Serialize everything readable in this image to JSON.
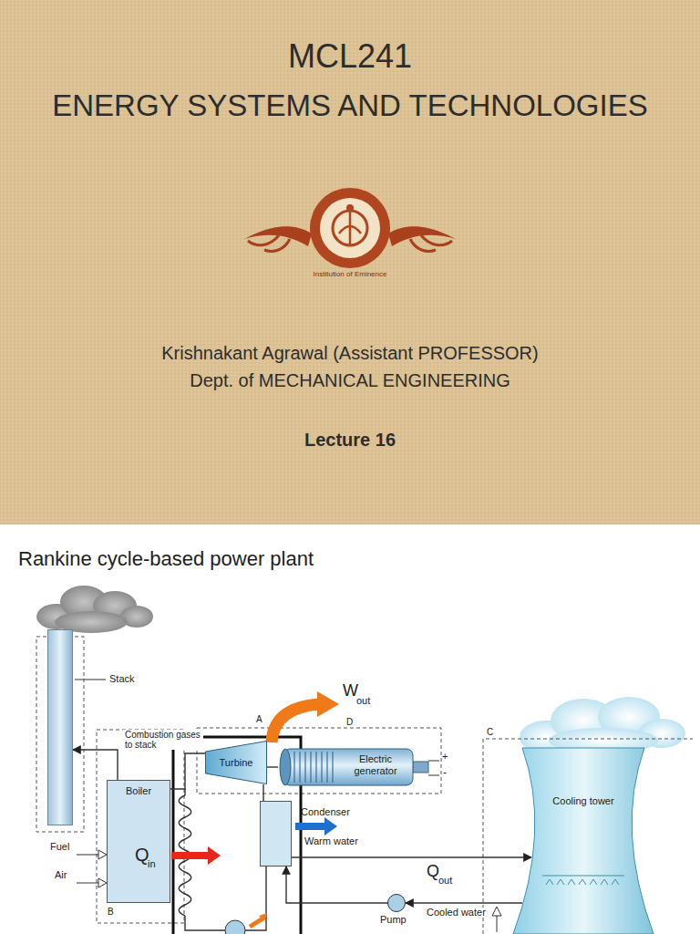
{
  "diagram": {
    "title": "MCL241",
    "nodes": [
      {
        "text": [
          "Stack"
        ]
      },
      {
        "text": [
          "Boiler"
        ]
      },
      {
        "text": [
          "Turbine"
        ]
      },
      {
        "text": [
          "Electric generator"
        ]
      },
      {
        "text": [
          "Condenser"
        ]
      },
      {
        "text": [
          "Cooling tower"
        ]
      },
      {
        "text": [
          "Pump"
        ]
      }
    ],
    "edges": [
      {
        "from": 1,
        "to": 0,
        "label": "Combustion gases to stack",
        "arrow": "to"
      },
      {
        "from": 1,
        "to": 2,
        "arrow": "none"
      },
      {
        "from": 2,
        "to": 3,
        "arrow": "none"
      },
      {
        "from": 2,
        "to": 4,
        "arrow": "none"
      },
      {
        "from": 4,
        "to": 5,
        "label": "Warm water",
        "arrow": "to"
      },
      {
        "from": 5,
        "to": 6,
        "label": "Cooled water",
        "arrow": "to"
      },
      {
        "from": 6,
        "to": 4,
        "arrow": "to"
      }
    ],
    "labels": [
      "ENERGY SYSTEMS AND TECHNOLOGIES",
      "Institution of Eminence",
      "Krishnakant Agrawal (Assistant PROFESSOR)",
      "Dept. of MECHANICAL ENGINEERING",
      "Lecture 16",
      "Rankine cycle-based power plant",
      "W",
      "out",
      "A",
      "D",
      "C",
      "Fuel",
      "Air",
      "Q",
      "in",
      "Q",
      "out",
      "+",
      "-",
      "B"
    ]
  }
}
